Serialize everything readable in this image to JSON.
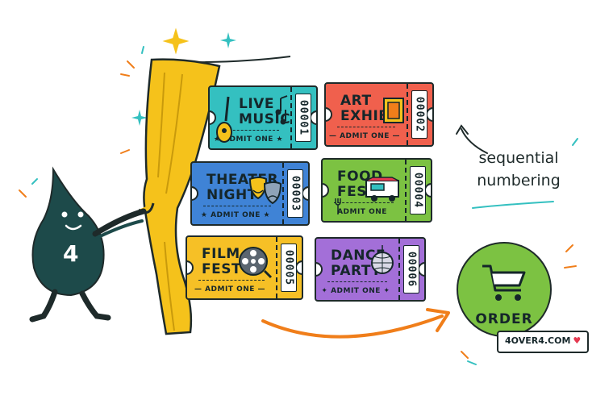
{
  "tickets": [
    {
      "title": "LIVE\nMUSIC",
      "admit": "★ ADMIT ONE ★",
      "number": "00001",
      "color": "#34c0c0",
      "icon": "guitar-icon"
    },
    {
      "title": "ART\nEXHIBIT",
      "admit": "— ADMIT ONE —",
      "number": "00002",
      "color": "#f0604d",
      "icon": "framed-painting-icon"
    },
    {
      "title": "THEATER\nNIGHT",
      "admit": "★ ADMIT ONE ★",
      "number": "00003",
      "color": "#3f83d6",
      "icon": "theater-masks-icon"
    },
    {
      "title": "FOOD\nFEST",
      "admit": "ADMIT ONE",
      "number": "00004",
      "color": "#7cc242",
      "icon": "food-truck-icon"
    },
    {
      "title": "FILM\nFEST",
      "admit": "— ADMIT ONE —",
      "number": "00005",
      "color": "#f6c026",
      "icon": "film-reel-icon"
    },
    {
      "title": "DANCE\nPARTY",
      "admit": "✦ ADMIT ONE ✦",
      "number": "00006",
      "color": "#a36fd8",
      "icon": "disco-ball-icon"
    }
  ],
  "annotation": {
    "line1": "sequential",
    "line2": "numbering"
  },
  "order": {
    "label": "ORDER",
    "site": "4OVER4.COM"
  },
  "mascot": {
    "label": "4",
    "color": "#1d4a4a"
  },
  "curtain_color": "#f5c21b",
  "arrow_color": "#f07e1a"
}
